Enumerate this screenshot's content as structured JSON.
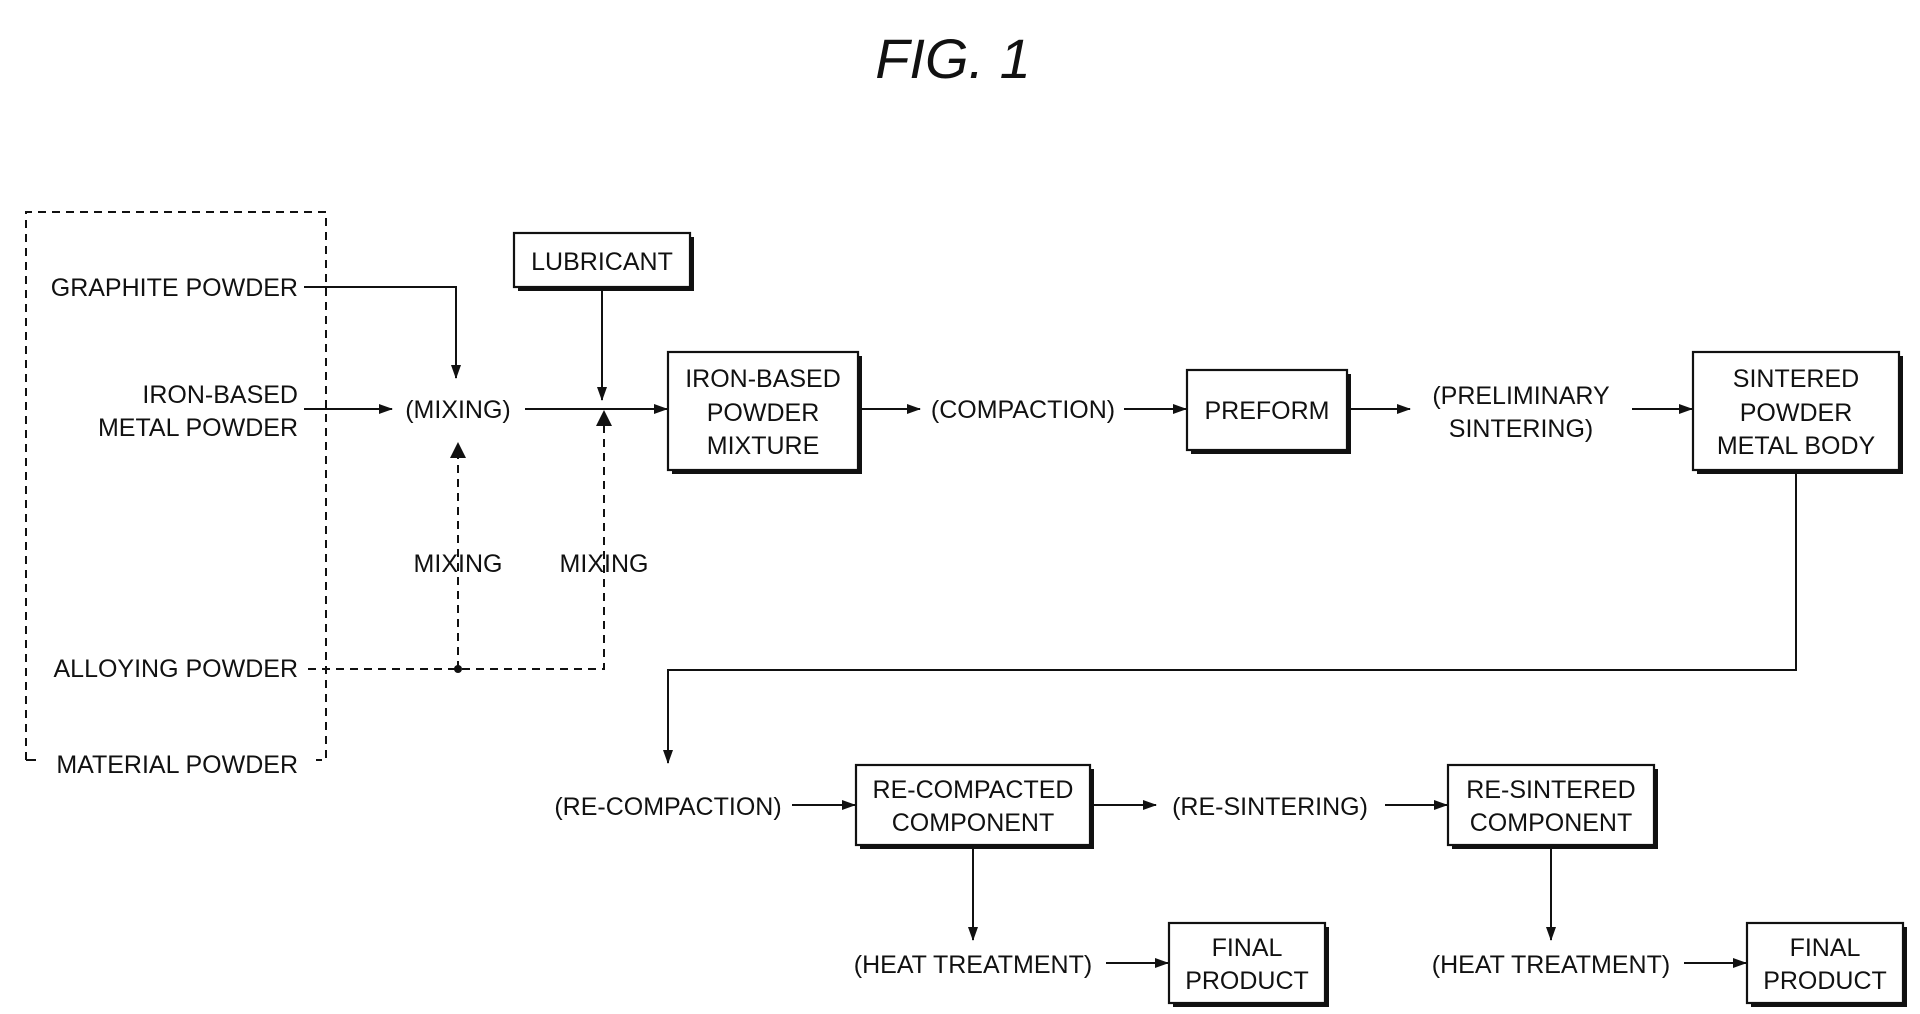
{
  "title": "FIG. 1",
  "material_group": {
    "graphite": "GRAPHITE POWDER",
    "iron_metal": [
      "IRON-BASED",
      "METAL POWDER"
    ],
    "alloying": "ALLOYING POWDER",
    "material": "MATERIAL POWDER"
  },
  "steps": {
    "mixing_main": "(MIXING)",
    "mixing_dashed_1": "MIXING",
    "mixing_dashed_2": "MIXING",
    "compaction": "(COMPACTION)",
    "preliminary_sintering": [
      "(PRELIMINARY",
      "SINTERING)"
    ],
    "re_compaction": "(RE-COMPACTION)",
    "re_sintering": "(RE-SINTERING)",
    "heat_treatment_1": "(HEAT TREATMENT)",
    "heat_treatment_2": "(HEAT TREATMENT)"
  },
  "boxes": {
    "lubricant": "LUBRICANT",
    "powder_mixture": [
      "IRON-BASED",
      "POWDER",
      "MIXTURE"
    ],
    "preform": "PREFORM",
    "sintered_body": [
      "SINTERED",
      "POWDER",
      "METAL BODY"
    ],
    "recompacted": [
      "RE-COMPACTED",
      "COMPONENT"
    ],
    "resintered": [
      "RE-SINTERED",
      "COMPONENT"
    ],
    "final_1": [
      "FINAL",
      "PRODUCT"
    ],
    "final_2": [
      "FINAL",
      "PRODUCT"
    ]
  }
}
